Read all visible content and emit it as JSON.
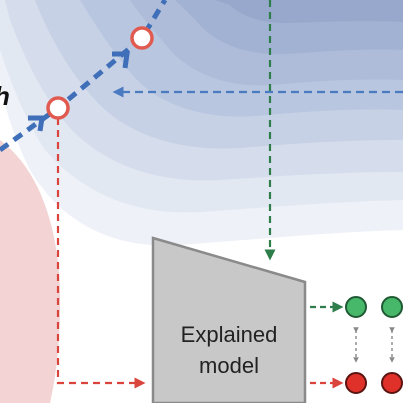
{
  "diagram": {
    "model_label_line1": "Explained",
    "model_label_line2": "model",
    "partial_label": "h",
    "colors": {
      "contour_blue": "#8fa3c8",
      "path_blue": "#3e6fb8",
      "dashed_blue": "#4a7bc0",
      "dashed_green": "#2e7d4a",
      "dashed_red": "#d9453d",
      "marker_ring": "#e05a4f",
      "pink_region": "#f3d3d3",
      "model_fill": "#c8c8c8",
      "model_stroke": "#8a8a8a",
      "node_green": "#47b86a",
      "node_red": "#e0302a"
    },
    "icons": [
      "path-arrow-icon",
      "dashed-arrow-icon",
      "marker-circle-icon",
      "output-node-icon"
    ]
  }
}
